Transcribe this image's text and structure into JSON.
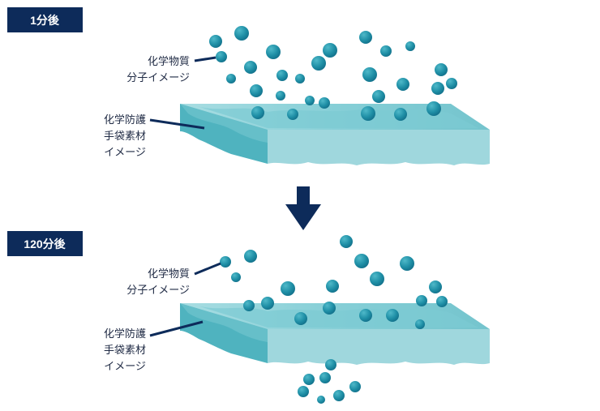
{
  "panels": [
    {
      "stage_label": "1分後",
      "molecule_label": [
        "化学物質",
        "分子イメージ"
      ],
      "material_label": [
        "化学防護",
        "手袋素材",
        "イメージ"
      ]
    },
    {
      "stage_label": "120分後",
      "molecule_label": [
        "化学物質",
        "分子イメージ"
      ],
      "material_label": [
        "化学防護",
        "手袋素材",
        "イメージ"
      ]
    }
  ],
  "colors": {
    "tag_bg": "#0d2b5a",
    "leader": "#0d2b5a",
    "arrow": "#0d2b5a",
    "slab_top": "#7ccbd3",
    "slab_top_light": "#a8dde2",
    "slab_front": "#9fd7dd",
    "slab_side": "#4fb3bf",
    "molecule": "#1f8fa6"
  }
}
